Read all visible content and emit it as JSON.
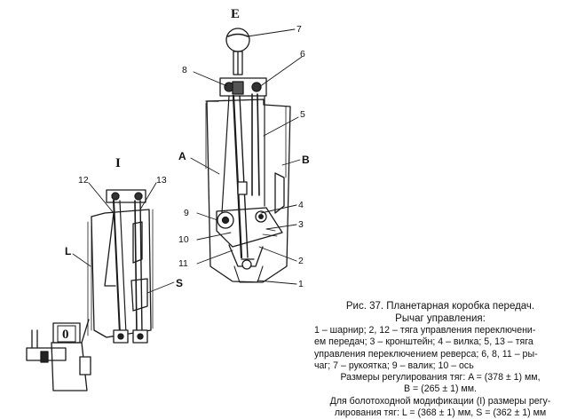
{
  "figure": {
    "view_labels": {
      "e": "E",
      "i": "I",
      "o": "0"
    },
    "dimension_labels": {
      "a": "A",
      "b": "B",
      "l": "L",
      "s": "S"
    },
    "callouts_right": [
      "7",
      "8",
      "6",
      "5",
      "4",
      "3",
      "2",
      "1",
      "9",
      "10",
      "11"
    ],
    "callouts_left": [
      "12",
      "13"
    ],
    "caption": {
      "title": "Рис. 37. Планетарная коробка передач.",
      "subtitle": "Рычаг управления:",
      "legend_lines": [
        "1 – шарнир; 2, 12 – тяга управления переключени-",
        "ем передач; 3 – кронштейн; 4 – вилка; 5, 13 – тяга",
        "управления переключением реверса; 6, 8, 11 – ры-",
        "чаг; 7 – рукоятка; 9 – валик; 10 – ось"
      ],
      "adjust_line_1": "Размеры регулирования тяг: A = (378 ± 1) мм,",
      "adjust_line_2": "B = (265 ± 1) мм.",
      "adjust_line_3": "Для болотоходной модификации (I) размеры регу-",
      "adjust_line_4": "лирования тяг: L = (368 ± 1) мм, S = (362 ± 1) мм"
    }
  }
}
